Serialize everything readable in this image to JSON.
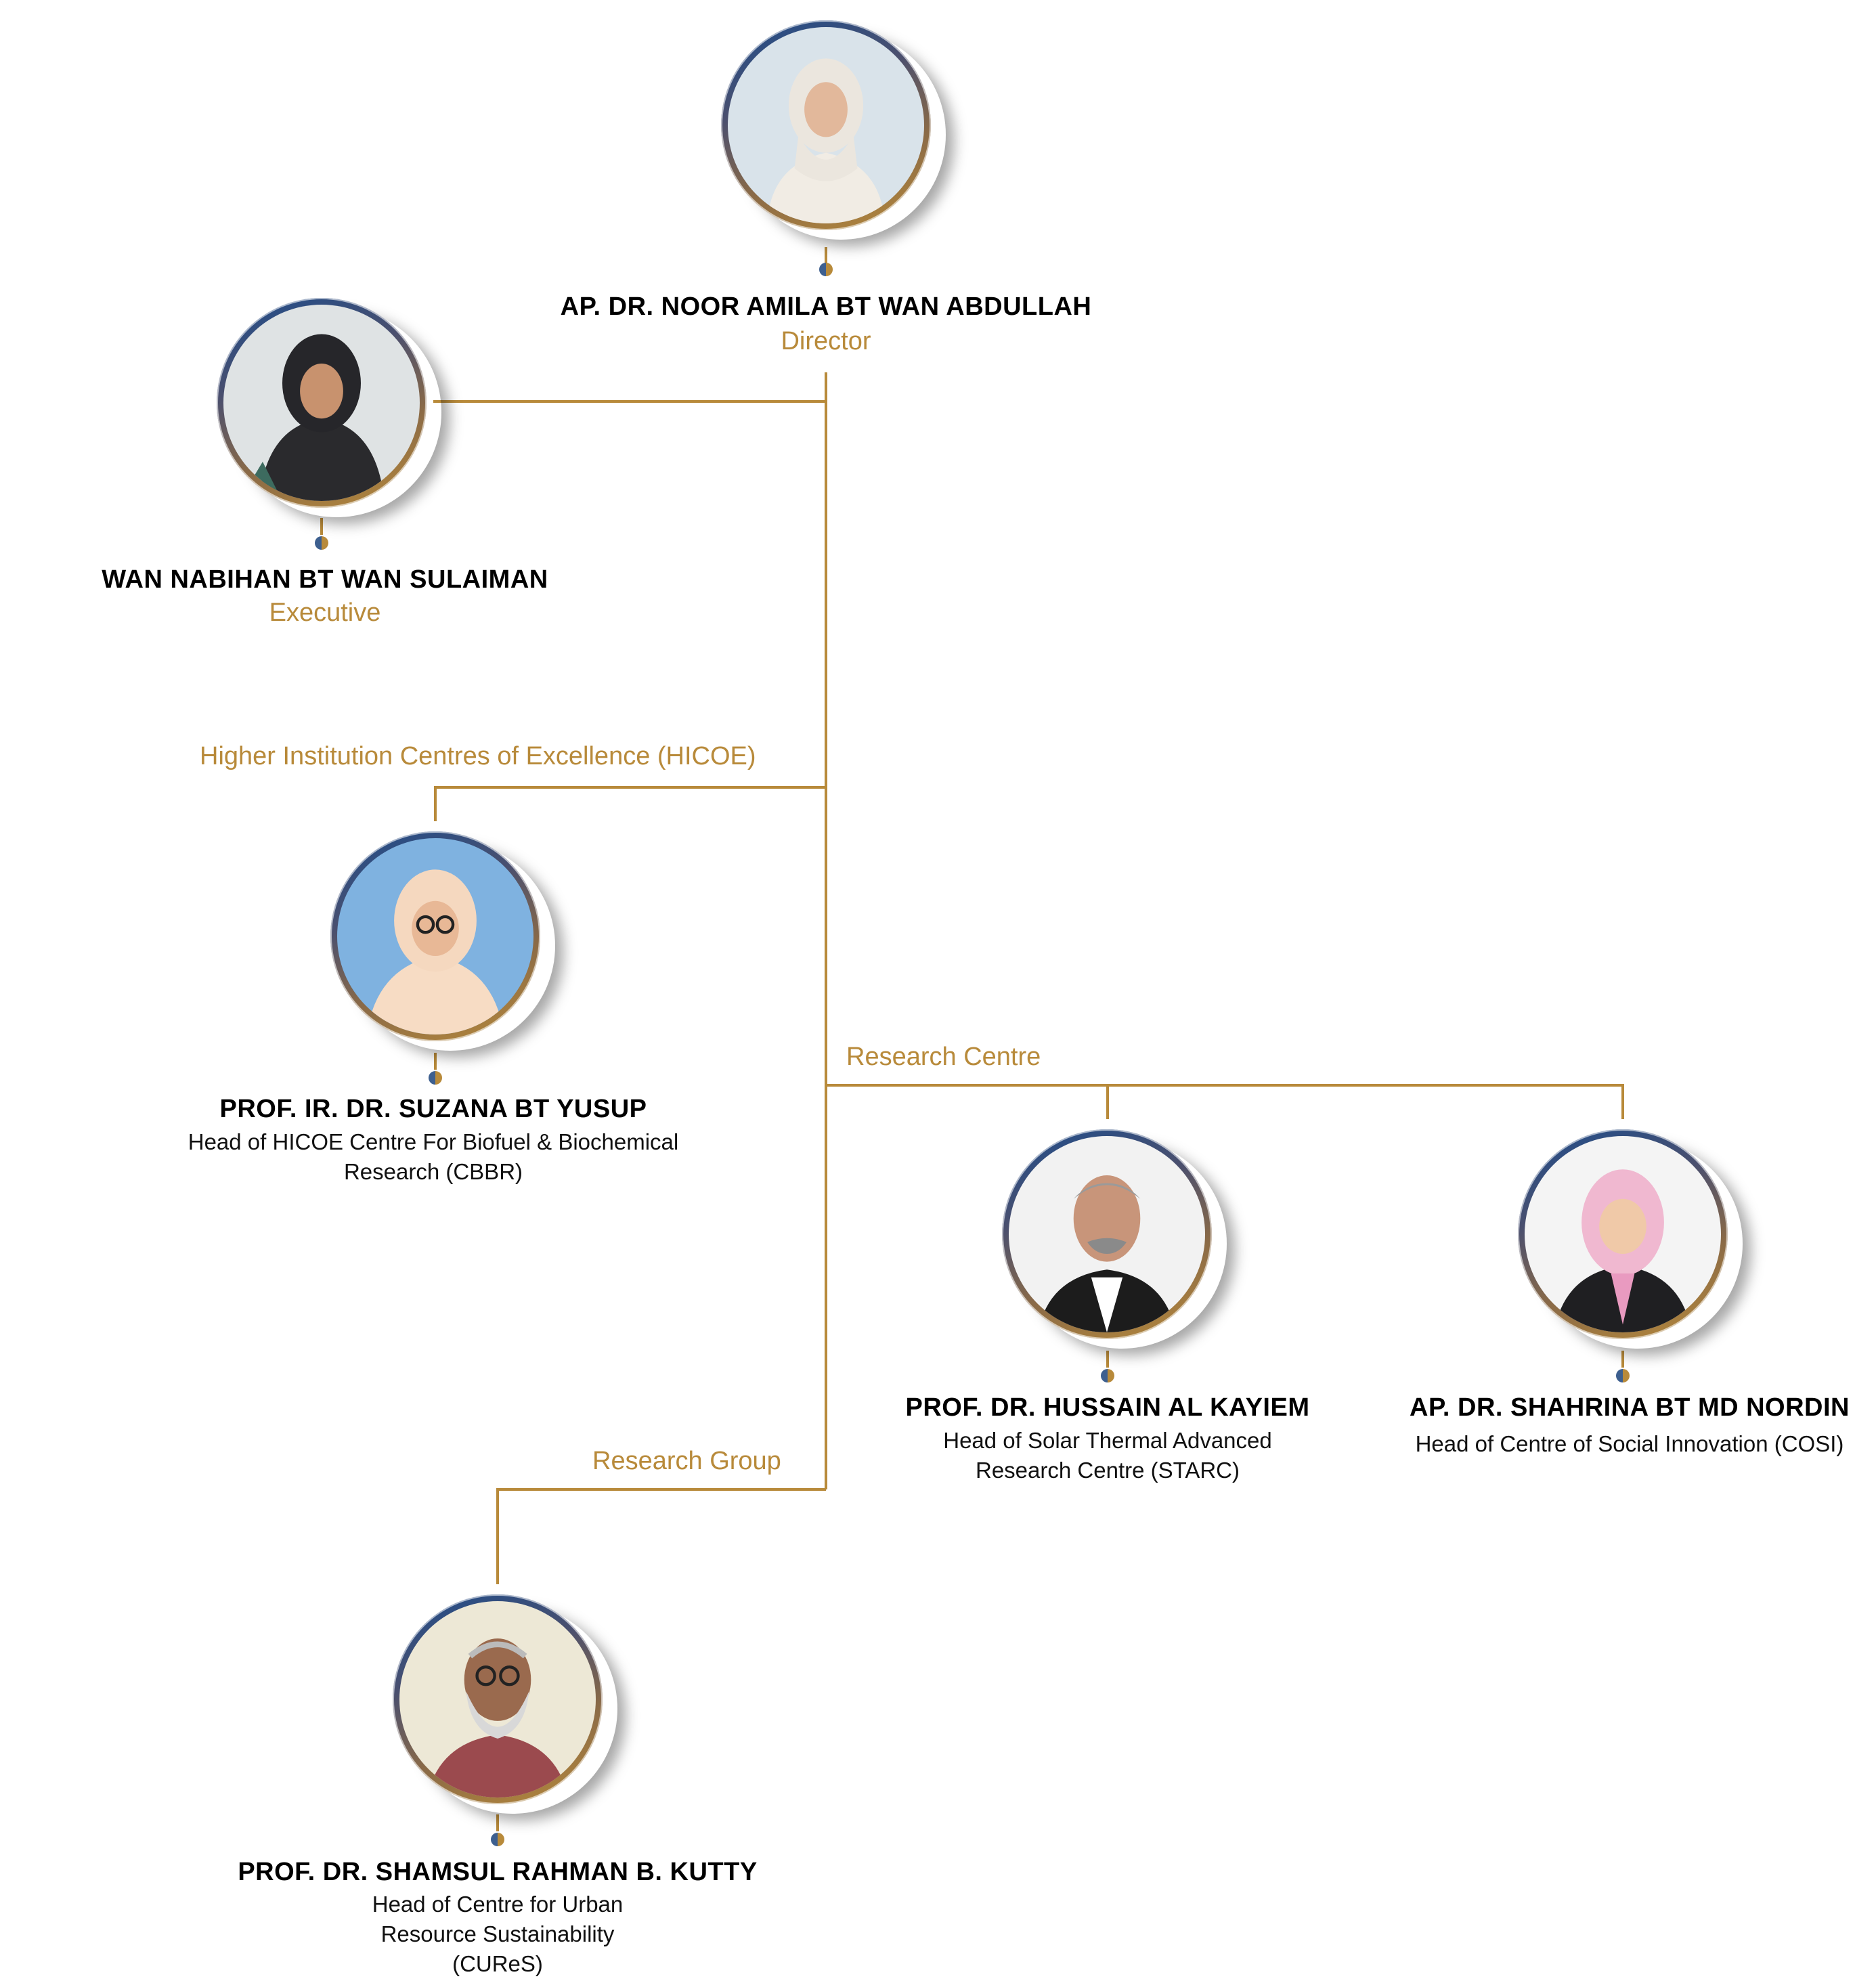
{
  "branches": {
    "hicoe": "Higher Institution Centres of Excellence (HICOE)",
    "research_centre": "Research Centre",
    "research_group": "Research Group"
  },
  "people": {
    "director": {
      "name": "AP. DR. NOOR AMILA BT WAN ABDULLAH",
      "role": "Director"
    },
    "executive": {
      "name": "WAN NABIHAN BT WAN SULAIMAN",
      "role": "Executive"
    },
    "cbbr": {
      "name": "PROF. IR. DR. SUZANA BT YUSUP",
      "desc_line1": "Head of HICOE Centre For Biofuel & Biochemical",
      "desc_line2": "Research (CBBR)"
    },
    "starc": {
      "name": "PROF. DR. HUSSAIN AL KAYIEM",
      "desc_line1": "Head of Solar Thermal Advanced",
      "desc_line2": "Research Centre (STARC)"
    },
    "cosi": {
      "name": "AP. DR. SHAHRINA BT MD NORDIN",
      "desc_line1": "Head of Centre of Social Innovation (COSI)"
    },
    "cures": {
      "name": "PROF. DR. SHAMSUL RAHMAN B. KUTTY",
      "desc_line1": "Head of Centre for Urban",
      "desc_line2": "Resource Sustainability",
      "desc_line3": "(CUReS)"
    }
  },
  "colors": {
    "gold": "#b88a3a",
    "navy": "#1f4e8c",
    "text": "#000000"
  }
}
